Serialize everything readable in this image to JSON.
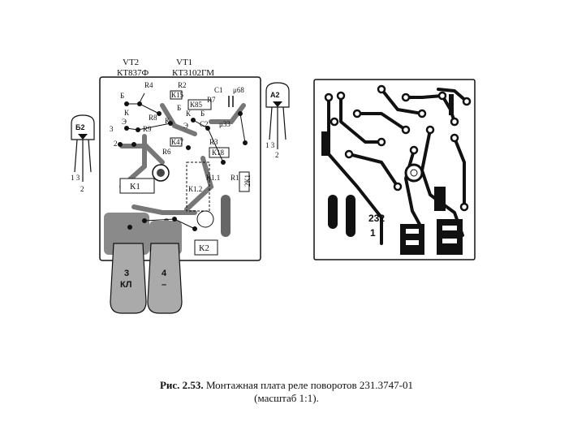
{
  "labels": {
    "vt2": "VT2",
    "vt2_type": "КТ837Ф",
    "vt1": "VT1",
    "vt1_type": "КТ3102ГМ",
    "r4": "R4",
    "r2": "R2",
    "c1": "C1",
    "c1_val": "μ68",
    "r5_val": "К15",
    "r7": "R7",
    "r7_val": "К85",
    "r8": "R8",
    "c2": "C2",
    "c2_val": "μ33",
    "r9": "R9",
    "r6": "R6",
    "r6_val": "К47",
    "r3": "R3",
    "r3_val": "К18",
    "r1": "R1",
    "r1_val": "2К1",
    "k1": "К1",
    "k11": "К1.1",
    "k12": "К1.2",
    "k2": "К2",
    "pin_b_left": "Б",
    "pin_b_mid": "Б",
    "pin_b_r": "Б",
    "pin_k_left": "К",
    "pin_e_left": "Э",
    "pin_k_mid": "К",
    "pin_e_mid": "Э",
    "pin_k_r": "К",
    "pin_3": "3",
    "pin_2": "2",
    "term_3": "3",
    "term_3_lbl": "КЛ",
    "term_4": "4",
    "term_4_lbl": "–",
    "tr_b2": "Б2",
    "tr_b2_pins": "1 3",
    "tr_b2_pin2": "2",
    "tr_a2": "А2",
    "tr_a2_pins": "1 3",
    "tr_a2_pin2": "2",
    "board_code": "232",
    "board_code_2": "1"
  },
  "caption": {
    "prefix": "Рис. 2.53.",
    "title": " Монтажная плата реле поворотов 231.3747-01",
    "scale": "(масштаб 1:1)."
  }
}
